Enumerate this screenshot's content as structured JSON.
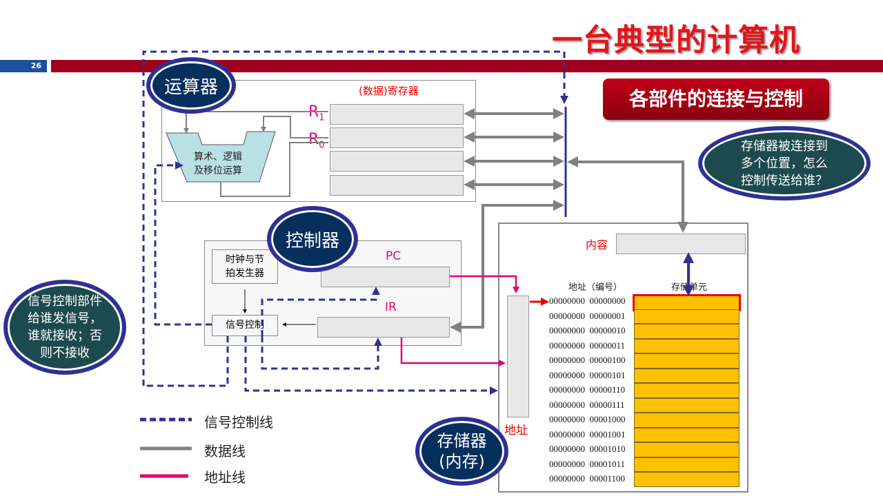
{
  "title": "一台典型的计算机",
  "page_number": "26",
  "banner": "各部件的连接与控制",
  "alu": {
    "label": "运算器",
    "registers_title": "(数据)寄存器",
    "r1": "R",
    "r1_sub": "1",
    "r0": "R",
    "r0_sub": "0",
    "unit": "算术、逻辑\n及移位运算"
  },
  "controller": {
    "label": "控制器",
    "clock": "时钟与节\n拍发生器",
    "signal": "信号控制",
    "pc": "PC",
    "ir": "IR"
  },
  "memory": {
    "label": "存储器\n(内存)",
    "content": "内容",
    "address_header": "地址（编号）",
    "cell_header": "存储单元",
    "address_label": "地址",
    "addresses": [
      "00000000  00000000",
      "00000000  00000001",
      "00000000  00000010",
      "00000000  00000011",
      "00000000  00000100",
      "00000000  00000101",
      "00000000  00000110",
      "00000000  00000111",
      "00000000  00001000",
      "00000000  00001001",
      "00000000  00001010",
      "00000000  00001011",
      "00000000  00001100"
    ]
  },
  "callouts": {
    "memory_q": "存储器被连接到\n多个位置，怎么\n控制传送给谁？",
    "signal_note": "信号控制部件\n给谁发信号，\n谁就接收；否\n则不接收"
  },
  "legend": [
    {
      "label": "信号控制线",
      "color": "#2e3192"
    },
    {
      "label": "数据线",
      "color": "#808080"
    },
    {
      "label": "地址线",
      "color": "#e6006e"
    }
  ],
  "colors": {
    "title": "#e5141b",
    "bar": "#a00020",
    "oval": "#062f5e",
    "cell": "#ffc000"
  }
}
